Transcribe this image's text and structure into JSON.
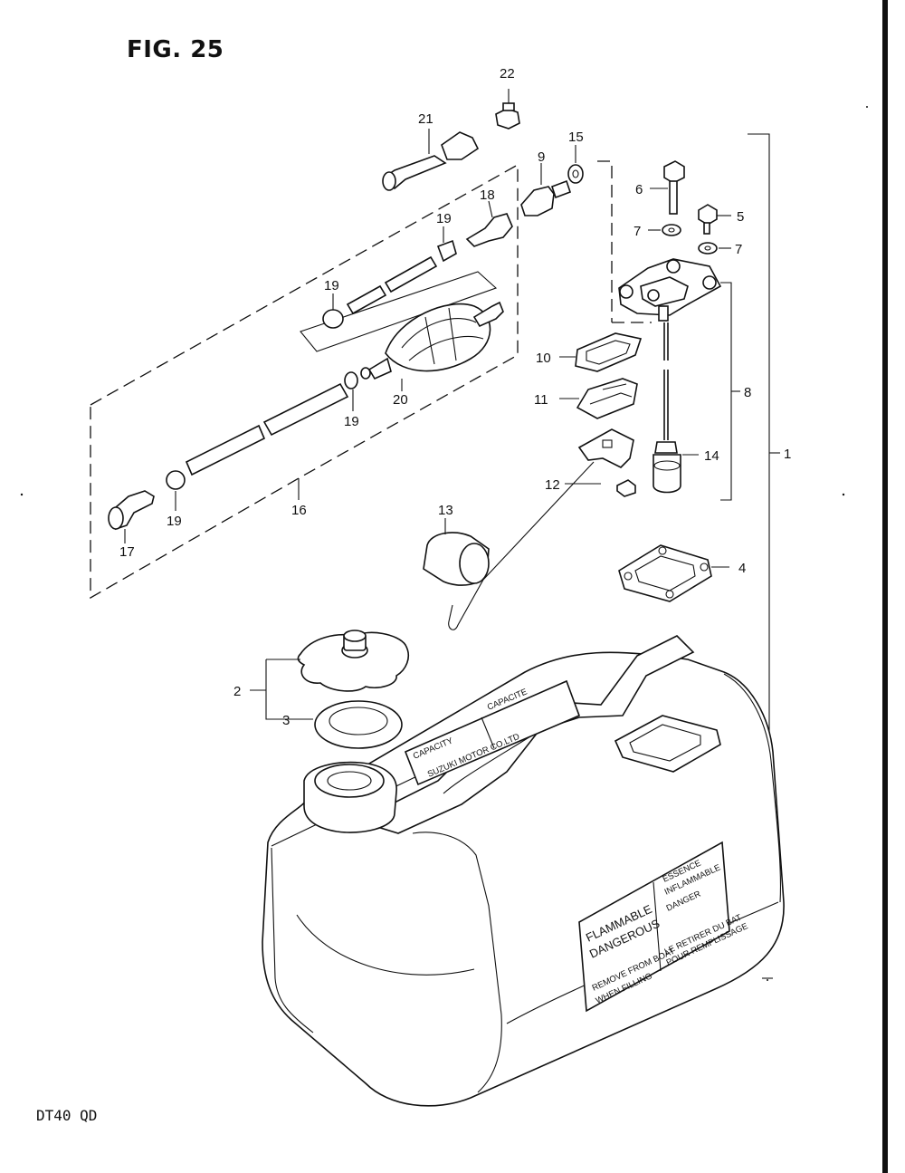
{
  "figure": {
    "title": "FIG. 25",
    "model": "DT40  QD"
  },
  "callouts": [
    "1",
    "2",
    "3",
    "4",
    "5",
    "6",
    "7",
    "7",
    "8",
    "9",
    "10",
    "11",
    "12",
    "13",
    "14",
    "15",
    "16",
    "17",
    "18",
    "19",
    "19",
    "19",
    "19",
    "20",
    "21",
    "22"
  ],
  "tank_labels": {
    "capacity_en": "CAPACITY",
    "capacity_fr": "CAPACITE",
    "maker": "SUZUKI MOTOR CO.LTD",
    "warn_left": [
      "FLAMMABLE",
      "DANGEROUS",
      "REMOVE FROM BOAT",
      "WHEN FILLING"
    ],
    "warn_right": [
      "ESSENCE",
      "INFLAMMABLE",
      "DANGER",
      "LE RETIRER DU BAT",
      "POUR REMPLISSAGE"
    ]
  },
  "colors": {
    "ink": "#111111",
    "paper": "#ffffff"
  }
}
